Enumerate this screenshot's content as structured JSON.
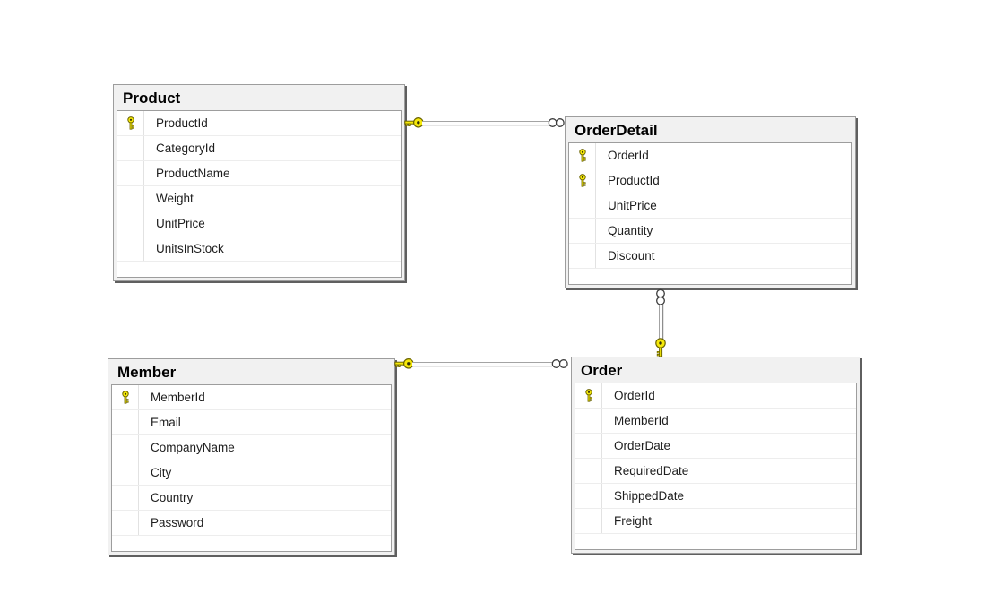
{
  "diagram": {
    "tables": [
      {
        "name": "Product",
        "columns": [
          {
            "name": "ProductId",
            "key": true
          },
          {
            "name": "CategoryId",
            "key": false
          },
          {
            "name": "ProductName",
            "key": false
          },
          {
            "name": "Weight",
            "key": false
          },
          {
            "name": "UnitPrice",
            "key": false
          },
          {
            "name": "UnitsInStock",
            "key": false
          }
        ]
      },
      {
        "name": "OrderDetail",
        "columns": [
          {
            "name": "OrderId",
            "key": true
          },
          {
            "name": "ProductId",
            "key": true
          },
          {
            "name": "UnitPrice",
            "key": false
          },
          {
            "name": "Quantity",
            "key": false
          },
          {
            "name": "Discount",
            "key": false
          }
        ]
      },
      {
        "name": "Member",
        "columns": [
          {
            "name": "MemberId",
            "key": true
          },
          {
            "name": "Email",
            "key": false
          },
          {
            "name": "CompanyName",
            "key": false
          },
          {
            "name": "City",
            "key": false
          },
          {
            "name": "Country",
            "key": false
          },
          {
            "name": "Password",
            "key": false
          }
        ]
      },
      {
        "name": "Order",
        "columns": [
          {
            "name": "OrderId",
            "key": true
          },
          {
            "name": "MemberId",
            "key": false
          },
          {
            "name": "OrderDate",
            "key": false
          },
          {
            "name": "RequiredDate",
            "key": false
          },
          {
            "name": "ShippedDate",
            "key": false
          },
          {
            "name": "Freight",
            "key": false
          }
        ]
      }
    ],
    "relationships": [
      {
        "one_side": "Product",
        "many_side": "OrderDetail",
        "one_glyph": "key-icon",
        "many_glyph": "infinity-icon",
        "orientation": "horizontal"
      },
      {
        "one_side": "Member",
        "many_side": "Order",
        "one_glyph": "key-icon",
        "many_glyph": "infinity-icon",
        "orientation": "horizontal"
      },
      {
        "one_side": "Order",
        "many_side": "OrderDetail",
        "one_glyph": "key-icon",
        "many_glyph": "infinity-icon",
        "orientation": "vertical"
      }
    ],
    "colors": {
      "canvas_bg": "#ffffff",
      "table_frame_bg": "#f1f1f1",
      "row_bg": "#ffffff",
      "border": "#9d9d9d",
      "shadow": "#5f5f5f",
      "row_divider": "#ededed",
      "text": "#1e1e1e",
      "key_yellow": "#f6e909",
      "key_outline": "#6b6400"
    }
  }
}
